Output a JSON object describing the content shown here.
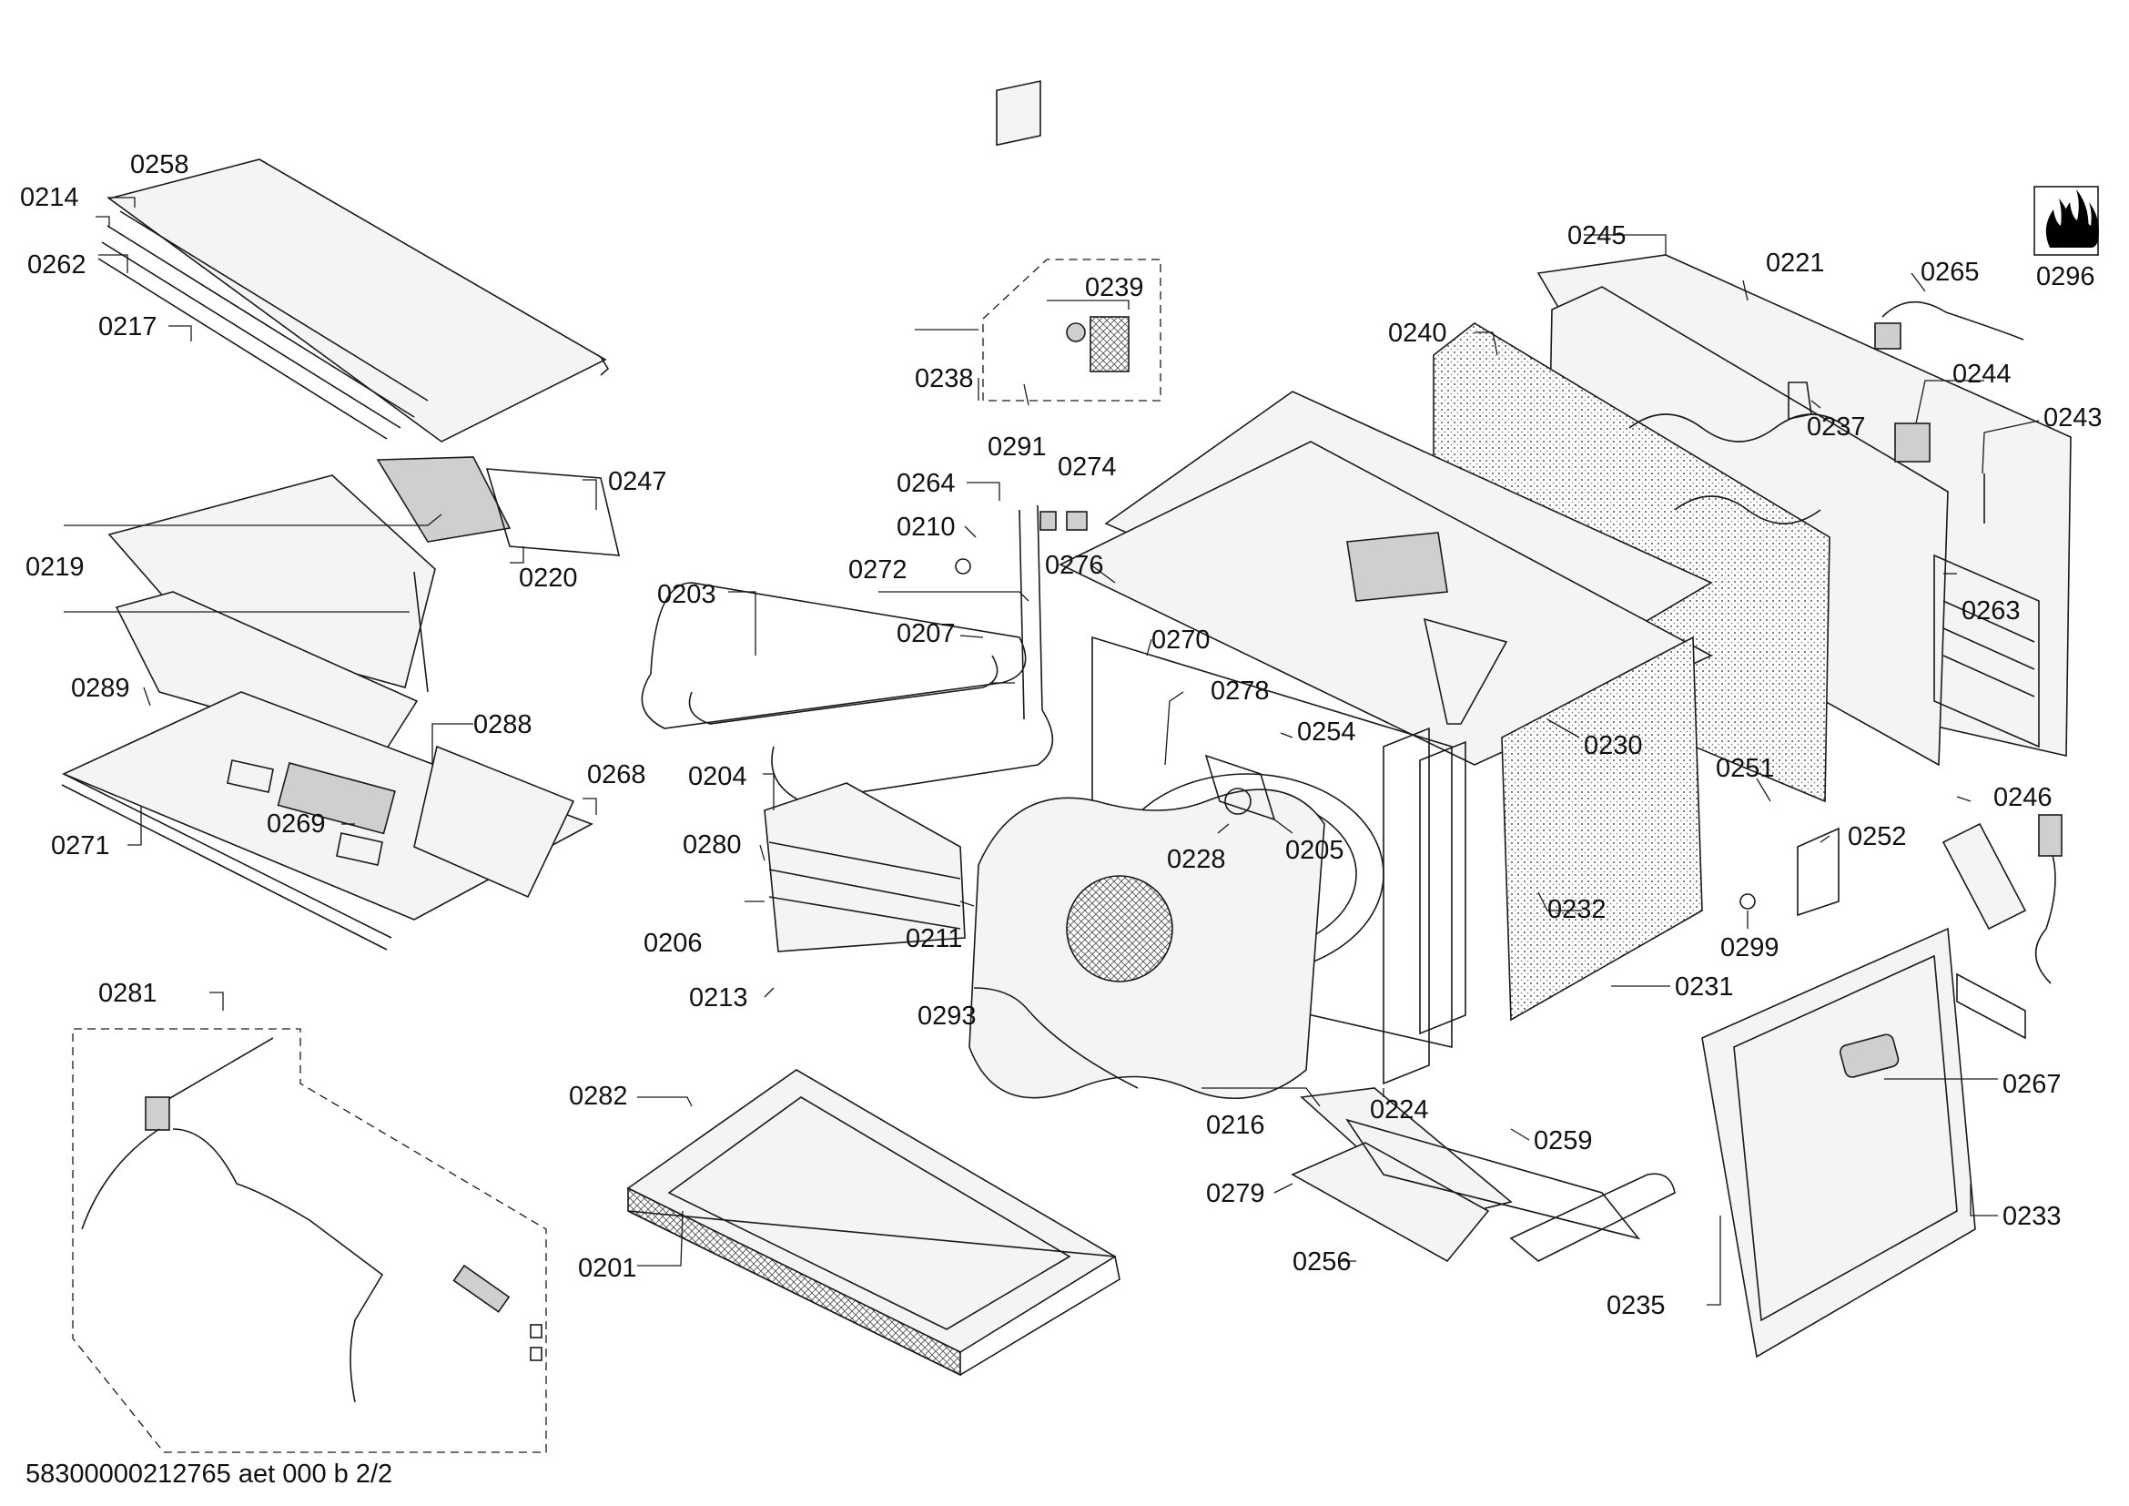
{
  "footer": {
    "document_code": "58300000212765 aet 000 b 2/2"
  },
  "badge": {
    "label": "0296",
    "icon": "gas-flame-icon"
  },
  "callouts": [
    "0214",
    "0258",
    "0262",
    "0217",
    "0247",
    "0219",
    "0220",
    "0289",
    "0288",
    "0268",
    "0269",
    "0271",
    "0238",
    "0239",
    "0291",
    "0274",
    "0264",
    "0210",
    "0272",
    "0276",
    "0203",
    "0207",
    "0270",
    "0278",
    "0254",
    "0204",
    "0280",
    "0228",
    "0205",
    "0206",
    "0211",
    "0213",
    "0293",
    "0245",
    "0221",
    "0265",
    "0240",
    "0244",
    "0243",
    "0237",
    "0263",
    "0230",
    "0251",
    "0246",
    "0252",
    "0232",
    "0231",
    "0299",
    "0267",
    "0281",
    "0282",
    "0201",
    "0224",
    "0216",
    "0259",
    "0279",
    "0256",
    "0233",
    "0235"
  ]
}
